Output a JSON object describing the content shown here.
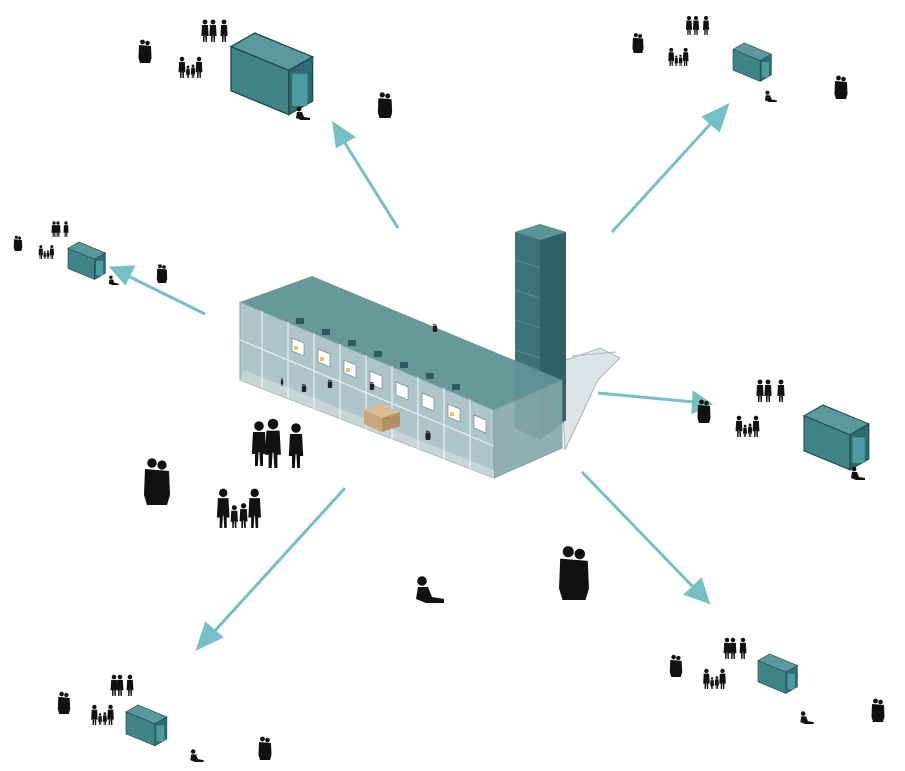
{
  "colors": {
    "background": "#ffffff",
    "arrow": "#74c0c4",
    "box_front": "#3e8487",
    "box_side": "#2f6e72",
    "box_top": "#5a9a9c",
    "box_edge": "#1f4b4e",
    "building_glass": "#9cb7ba",
    "building_roof": "#5f9295",
    "tower": "#3d7477",
    "people": "#111111",
    "wood": "#c7a57a"
  },
  "diagram": {
    "central_building": {
      "icon": "building-icon"
    },
    "tower": {
      "icon": "tower-icon"
    },
    "arrows": [
      {
        "id": "north",
        "icon": "arrow-icon"
      },
      {
        "id": "north-east",
        "icon": "arrow-icon"
      },
      {
        "id": "west",
        "icon": "arrow-icon"
      },
      {
        "id": "east",
        "icon": "arrow-icon"
      },
      {
        "id": "south-west",
        "icon": "arrow-icon"
      },
      {
        "id": "south-east",
        "icon": "arrow-icon"
      }
    ],
    "modules": [
      {
        "id": "north",
        "icon": "module-box-icon"
      },
      {
        "id": "north-east",
        "icon": "module-box-icon"
      },
      {
        "id": "west",
        "icon": "module-box-icon"
      },
      {
        "id": "east",
        "icon": "module-box-icon"
      },
      {
        "id": "south-west",
        "icon": "module-box-icon"
      },
      {
        "id": "south-east",
        "icon": "module-box-icon"
      }
    ],
    "people_icons": [
      "person-icon",
      "couple-icon",
      "family-icon",
      "seated-person-icon"
    ]
  }
}
